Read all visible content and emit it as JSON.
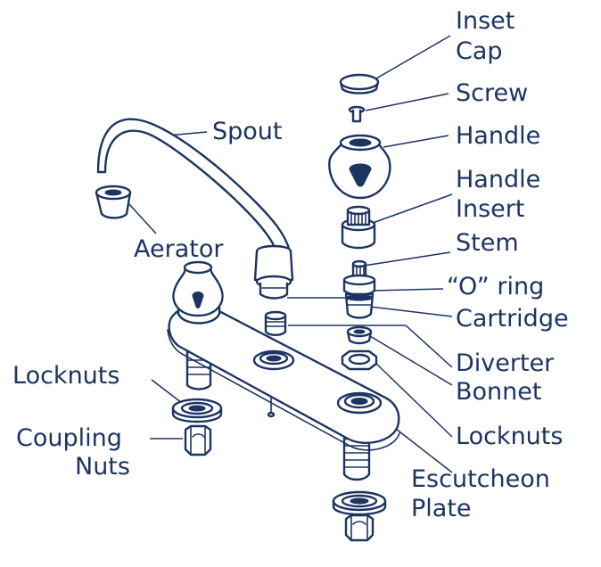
{
  "labels": {
    "inset_cap_1": "Inset",
    "inset_cap_2": "Cap",
    "screw": "Screw",
    "handle": "Handle",
    "handle_insert_1": "Handle",
    "handle_insert_2": "Insert",
    "stem": "Stem",
    "o_ring": "“O” ring",
    "cartridge": "Cartridge",
    "diverter": "Diverter",
    "bonnet": "Bonnet",
    "locknuts_right": "Locknuts",
    "escutcheon_1": "Escutcheon",
    "escutcheon_2": "Plate",
    "spout": "Spout",
    "aerator": "Aerator",
    "locknuts_left": "Locknuts",
    "coupling_1": "Coupling",
    "coupling_2": "Nuts"
  },
  "colors": {
    "ink": "#1d3461",
    "background": "#ffffff"
  }
}
